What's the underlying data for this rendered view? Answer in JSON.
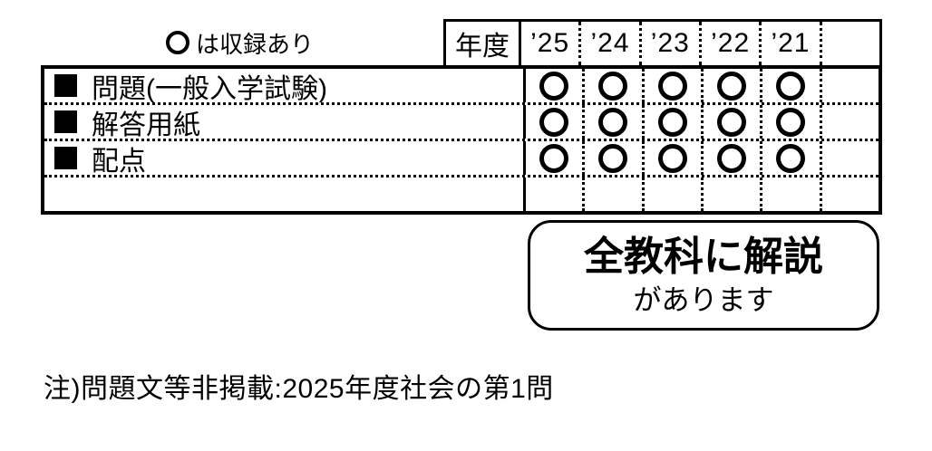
{
  "legend": {
    "symbol": "〇",
    "text": "は収録あり"
  },
  "header": {
    "year_label": "年度",
    "years": [
      "’25",
      "’24",
      "’23",
      "’22",
      "’21",
      ""
    ]
  },
  "table": {
    "rows": [
      {
        "bullet": "■",
        "label": "問題(一般入学試験)",
        "marks": [
          "〇",
          "〇",
          "〇",
          "〇",
          "〇",
          ""
        ]
      },
      {
        "bullet": "■",
        "label": "解答用紙",
        "marks": [
          "〇",
          "〇",
          "〇",
          "〇",
          "〇",
          ""
        ]
      },
      {
        "bullet": "■",
        "label": "配点",
        "marks": [
          "〇",
          "〇",
          "〇",
          "〇",
          "〇",
          ""
        ]
      },
      {
        "bullet": "",
        "label": "",
        "marks": [
          "",
          "",
          "",
          "",
          "",
          ""
        ]
      }
    ]
  },
  "callout": {
    "line1": "全教科に解説",
    "line2": "があります"
  },
  "note": "注)問題文等非掲載:2025年度社会の第1問",
  "colors": {
    "ink": "#000000",
    "background": "#ffffff"
  }
}
